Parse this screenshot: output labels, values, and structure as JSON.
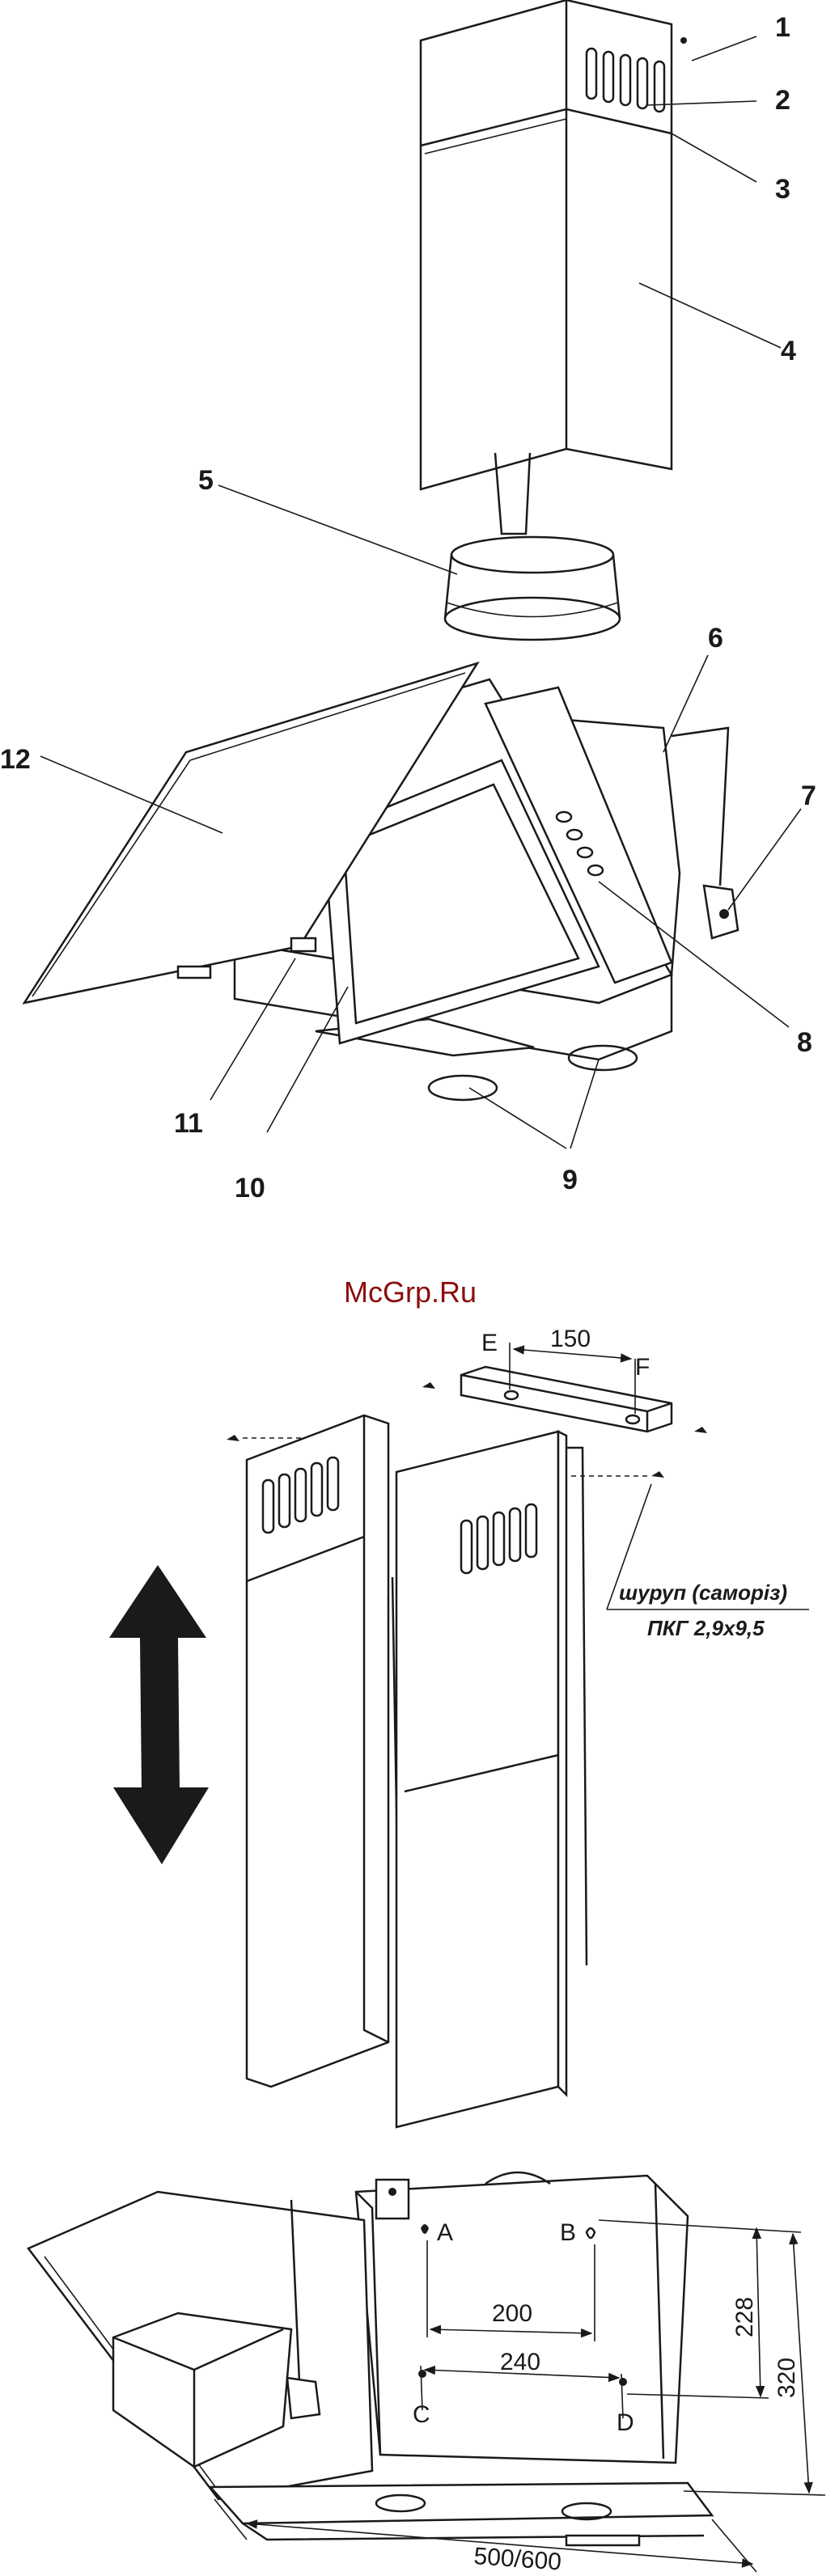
{
  "watermark": "McGrp.Ru",
  "exploded_view": {
    "callouts": [
      "1",
      "2",
      "3",
      "4",
      "5",
      "6",
      "7",
      "8",
      "9",
      "10",
      "11",
      "12"
    ]
  },
  "chimney_assembly": {
    "dim_bracket": "150",
    "label_e": "E",
    "label_f": "F",
    "screw_line1": "шуруп (саморіз)",
    "screw_line2": "ПКГ 2,9х9,5"
  },
  "mounting_view": {
    "label_a": "A",
    "label_b": "B",
    "label_c": "C",
    "label_d": "D",
    "dim_ab": "200",
    "dim_cd": "240",
    "dim_height_inner": "228",
    "dim_height_outer": "320",
    "dim_width": "500/600"
  }
}
